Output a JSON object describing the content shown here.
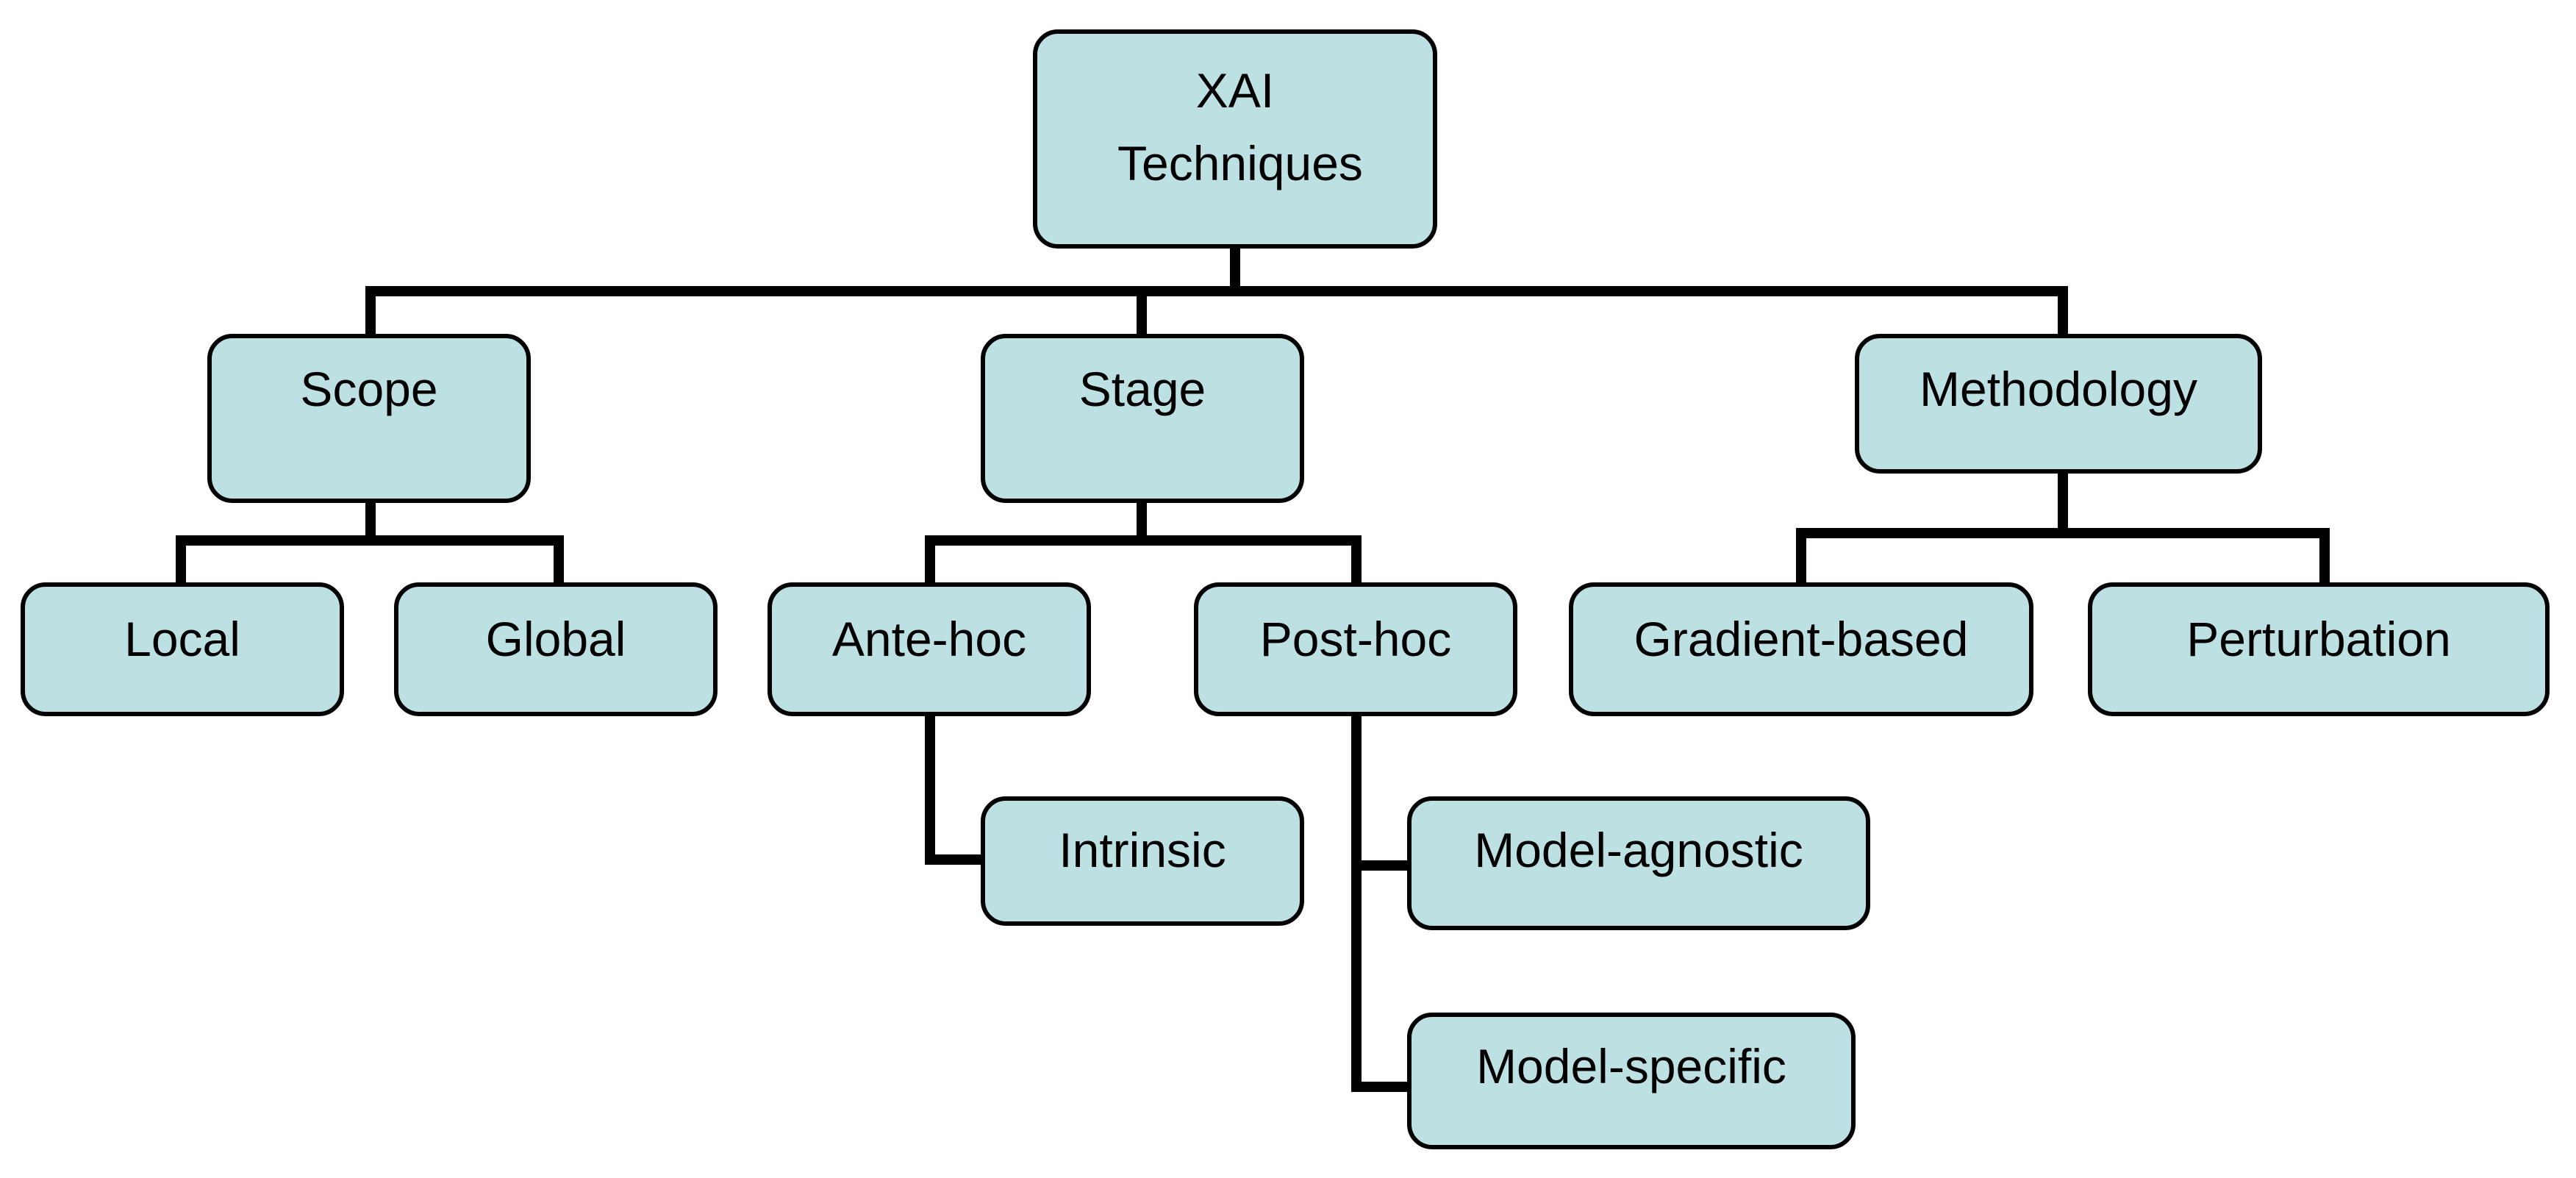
{
  "colors": {
    "box_fill": "#bde0e3",
    "box_border": "#000000",
    "connector": "#000000",
    "text": "#000000"
  },
  "nodes": {
    "root": {
      "label": "XAI Techniques"
    },
    "scope": {
      "label": "Scope"
    },
    "stage": {
      "label": "Stage"
    },
    "methodology": {
      "label": "Methodology"
    },
    "local": {
      "label": "Local"
    },
    "global": {
      "label": "Global"
    },
    "ante_hoc": {
      "label": "Ante-hoc"
    },
    "post_hoc": {
      "label": "Post-hoc"
    },
    "gradient_based": {
      "label": "Gradient-based"
    },
    "perturbation": {
      "label": "Perturbation"
    },
    "intrinsic": {
      "label": "Intrinsic"
    },
    "model_agnostic": {
      "label": "Model-agnostic"
    },
    "model_specific": {
      "label": "Model-specific"
    }
  },
  "edges": [
    [
      "root",
      "scope"
    ],
    [
      "root",
      "stage"
    ],
    [
      "root",
      "methodology"
    ],
    [
      "scope",
      "local"
    ],
    [
      "scope",
      "global"
    ],
    [
      "stage",
      "ante_hoc"
    ],
    [
      "stage",
      "post_hoc"
    ],
    [
      "methodology",
      "gradient_based"
    ],
    [
      "methodology",
      "perturbation"
    ],
    [
      "ante_hoc",
      "intrinsic"
    ],
    [
      "post_hoc",
      "model_agnostic"
    ],
    [
      "post_hoc",
      "model_specific"
    ]
  ]
}
